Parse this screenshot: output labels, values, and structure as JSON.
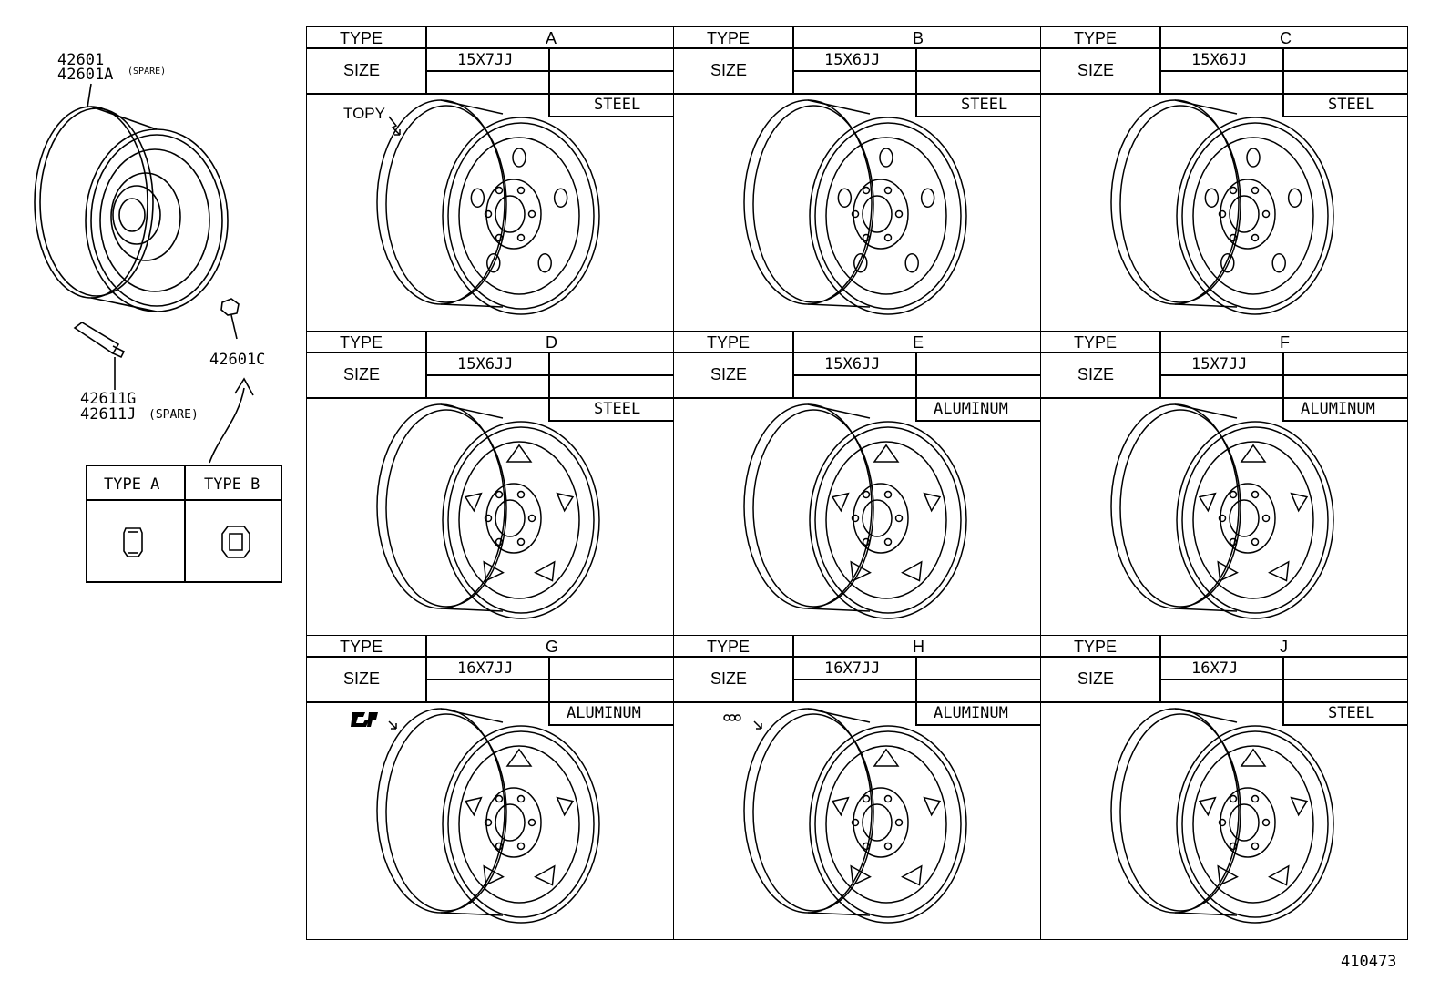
{
  "left_parts": {
    "wheel_part_1": "42601",
    "wheel_part_2": "42601A",
    "wheel_spare_note": "(SPARE)",
    "valve_part_1": "42611G",
    "valve_part_2": "42611J",
    "valve_spare_note": "(SPARE)",
    "nut_part": "42601C",
    "nut_types": [
      "TYPE A",
      "TYPE B"
    ]
  },
  "grid_labels": {
    "type": "TYPE",
    "size": "SIZE"
  },
  "wheels": [
    {
      "type": "A",
      "size": "15X7JJ",
      "material": "STEEL",
      "maker": "TOPY"
    },
    {
      "type": "B",
      "size": "15X6JJ",
      "material": "STEEL"
    },
    {
      "type": "C",
      "size": "15X6JJ",
      "material": "STEEL"
    },
    {
      "type": "D",
      "size": "15X6JJ",
      "material": "STEEL"
    },
    {
      "type": "E",
      "size": "15X6JJ",
      "material": "ALUMINUM"
    },
    {
      "type": "F",
      "size": "15X7JJ",
      "material": "ALUMINUM"
    },
    {
      "type": "G",
      "size": "16X7JJ",
      "material": "ALUMINUM"
    },
    {
      "type": "H",
      "size": "16X7JJ",
      "material": "ALUMINUM"
    },
    {
      "type": "J",
      "size": "16X7J",
      "material": "STEEL"
    }
  ],
  "page_id": "410473"
}
